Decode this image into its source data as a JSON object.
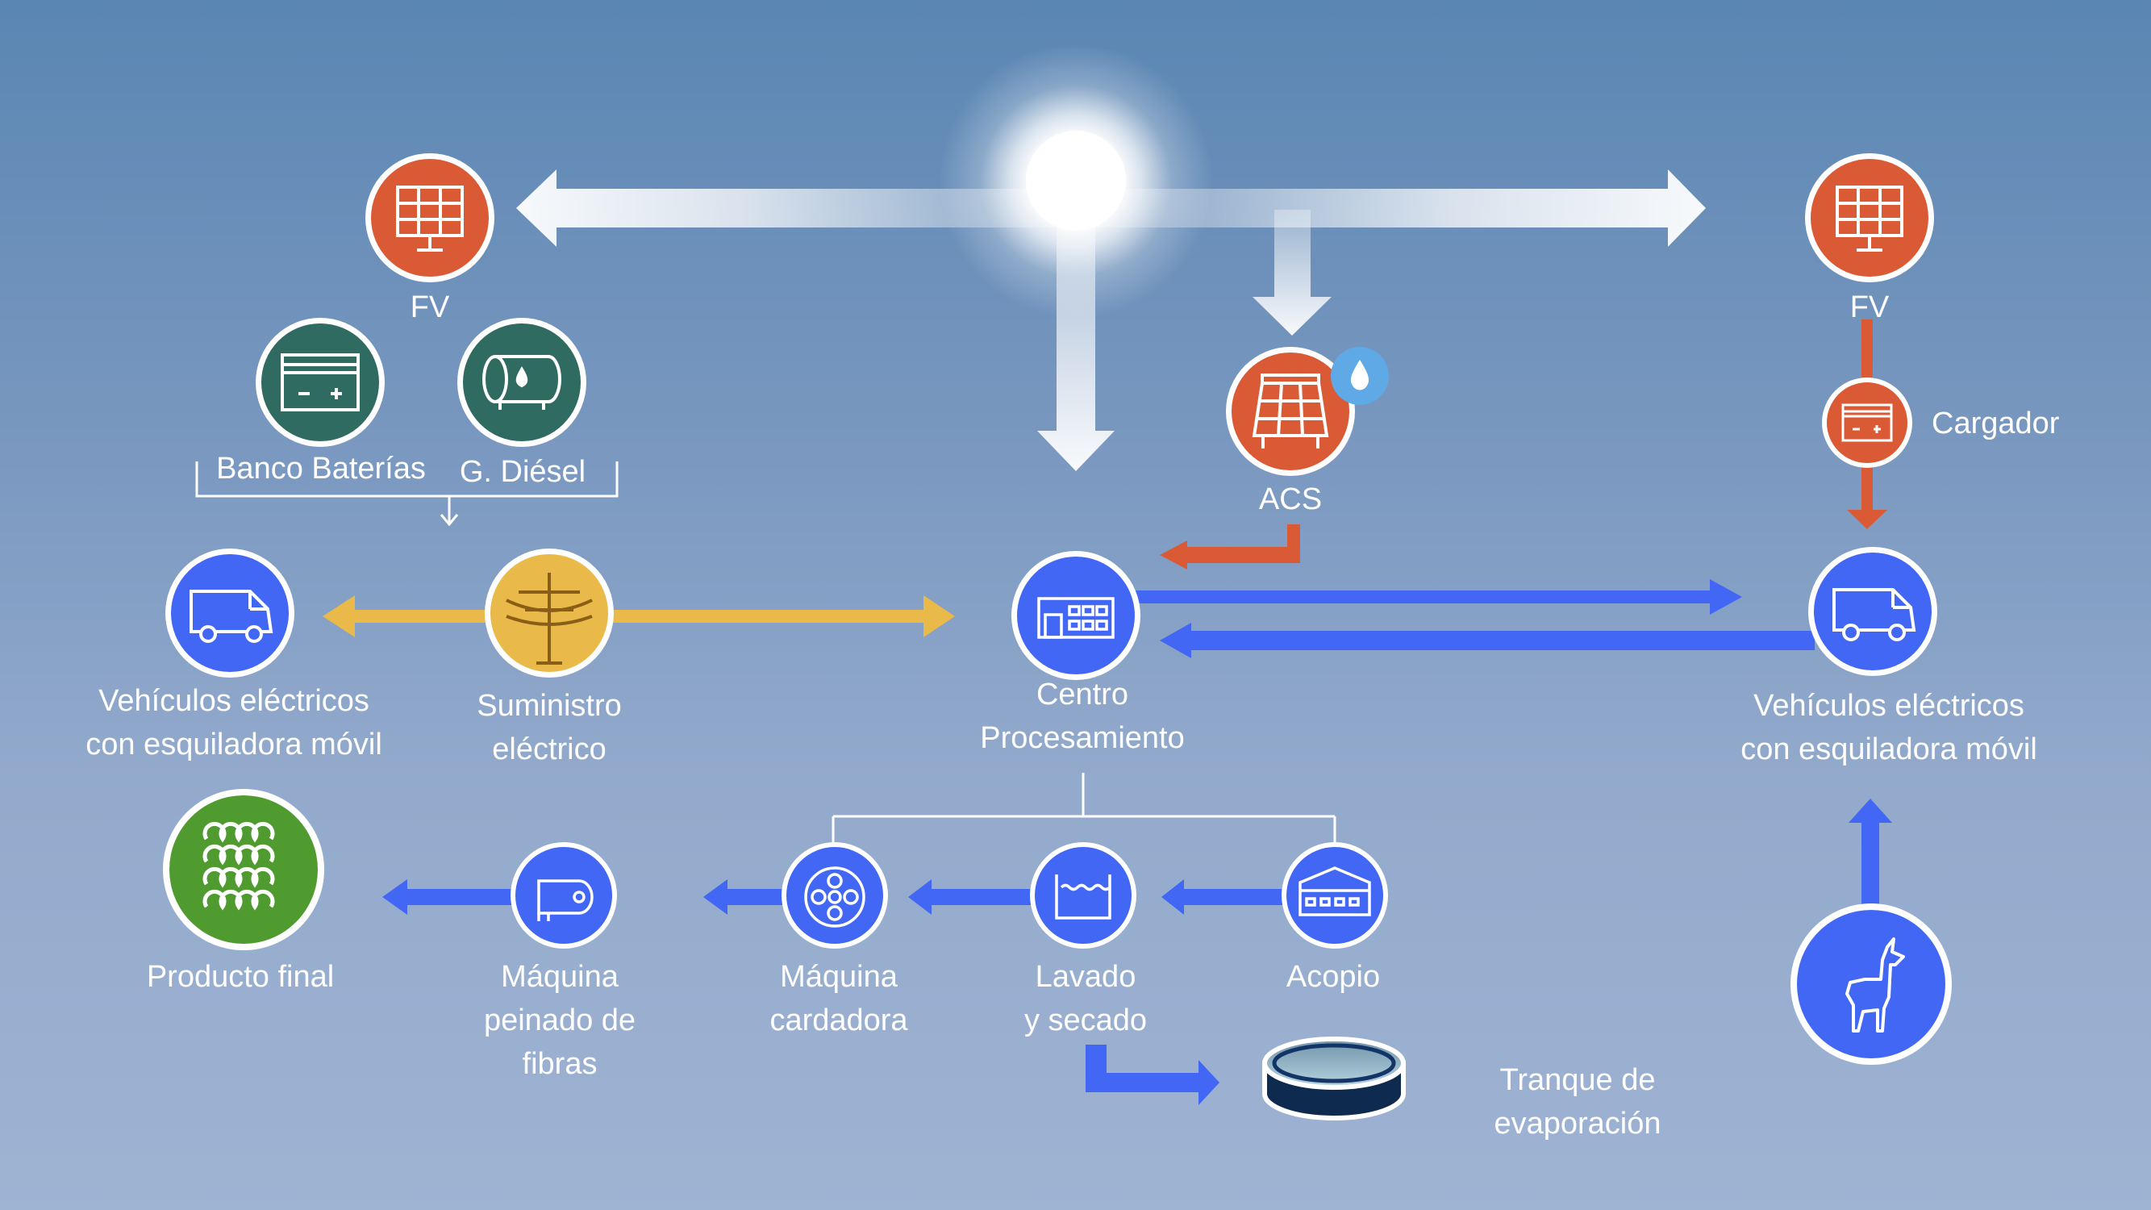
{
  "colors": {
    "solar": "#db5a36",
    "storage": "#2f6b60",
    "grid": "#e9b94a",
    "process": "#4267f5",
    "product": "#4f9b30",
    "water": "#5fa9e6",
    "line": "#ffffff"
  },
  "nodes": {
    "pv_left": {
      "label": "FV",
      "icon": "solar-panel-icon"
    },
    "pv_right": {
      "label": "FV",
      "icon": "solar-panel-icon"
    },
    "battery": {
      "label": "Banco Baterías",
      "icon": "battery-icon"
    },
    "diesel": {
      "label": "G. Diésel",
      "icon": "diesel-tank-icon"
    },
    "acs": {
      "label": "ACS",
      "icon": "solar-thermal-collector-icon",
      "badge_icon": "water-drop-icon"
    },
    "charger": {
      "label": "Cargador",
      "icon": "charger-icon"
    },
    "ev_left": {
      "label": "Vehículos eléctricos\ncon esquiladora móvil",
      "icon": "electric-van-icon"
    },
    "grid": {
      "label": "Suministro\neléctrico",
      "icon": "power-pole-icon"
    },
    "center": {
      "label": "Centro\nProcesamiento",
      "icon": "processing-center-icon"
    },
    "ev_right": {
      "label": "Vehículos eléctricos\ncon esquiladora móvil",
      "icon": "electric-van-icon"
    },
    "product": {
      "label": "Producto final",
      "icon": "wool-fiber-icon"
    },
    "combing": {
      "label": "Máquina\npeinado de\nfibras",
      "icon": "fiber-roll-icon"
    },
    "carding": {
      "label": "Máquina\ncardadora",
      "icon": "carding-drum-icon"
    },
    "washing": {
      "label": "Lavado\ny secado",
      "icon": "wash-tub-icon"
    },
    "storage": {
      "label": "Acopio",
      "icon": "warehouse-icon"
    },
    "pond": {
      "label": "Tranque de\nevaporación",
      "icon": "evaporation-pond-icon"
    },
    "alpaca": {
      "icon": "alpaca-icon"
    }
  },
  "sun": {
    "icon": "sun-icon"
  }
}
